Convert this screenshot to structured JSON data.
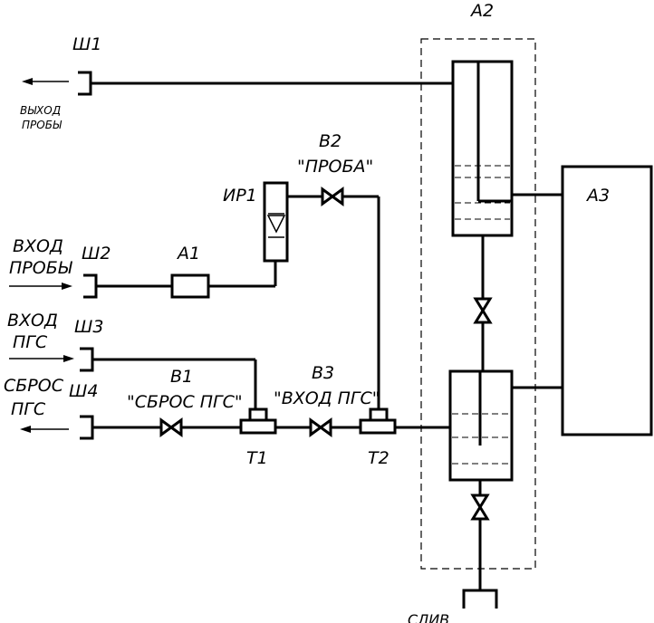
{
  "labels": {
    "sh1": "Ш1",
    "sh2": "Ш2",
    "sh3": "Ш3",
    "sh4": "Ш4",
    "probe_out_1": "ВЫХОД",
    "probe_out_2": "ПРОБЫ",
    "probe_in_1": "ВХОД",
    "probe_in_2": "ПРОБЫ",
    "pgs_in_1": "ВХОД",
    "pgs_in_2": "ПГС",
    "pgs_reset_1": "СБРОС",
    "pgs_reset_2": "ПГС",
    "a1": "А1",
    "a2": "А2",
    "a3": "А3",
    "ir1": "ИР1",
    "v1": "В1",
    "v1_desc": "\"СБРОС ПГС\"",
    "v2": "В2",
    "v2_desc": "\"ПРОБА\"",
    "v3": "В3",
    "v3_desc": "\"ВХОД ПГС\"",
    "t1": "Т1",
    "t2": "Т2",
    "drain": "СЛИВ"
  }
}
